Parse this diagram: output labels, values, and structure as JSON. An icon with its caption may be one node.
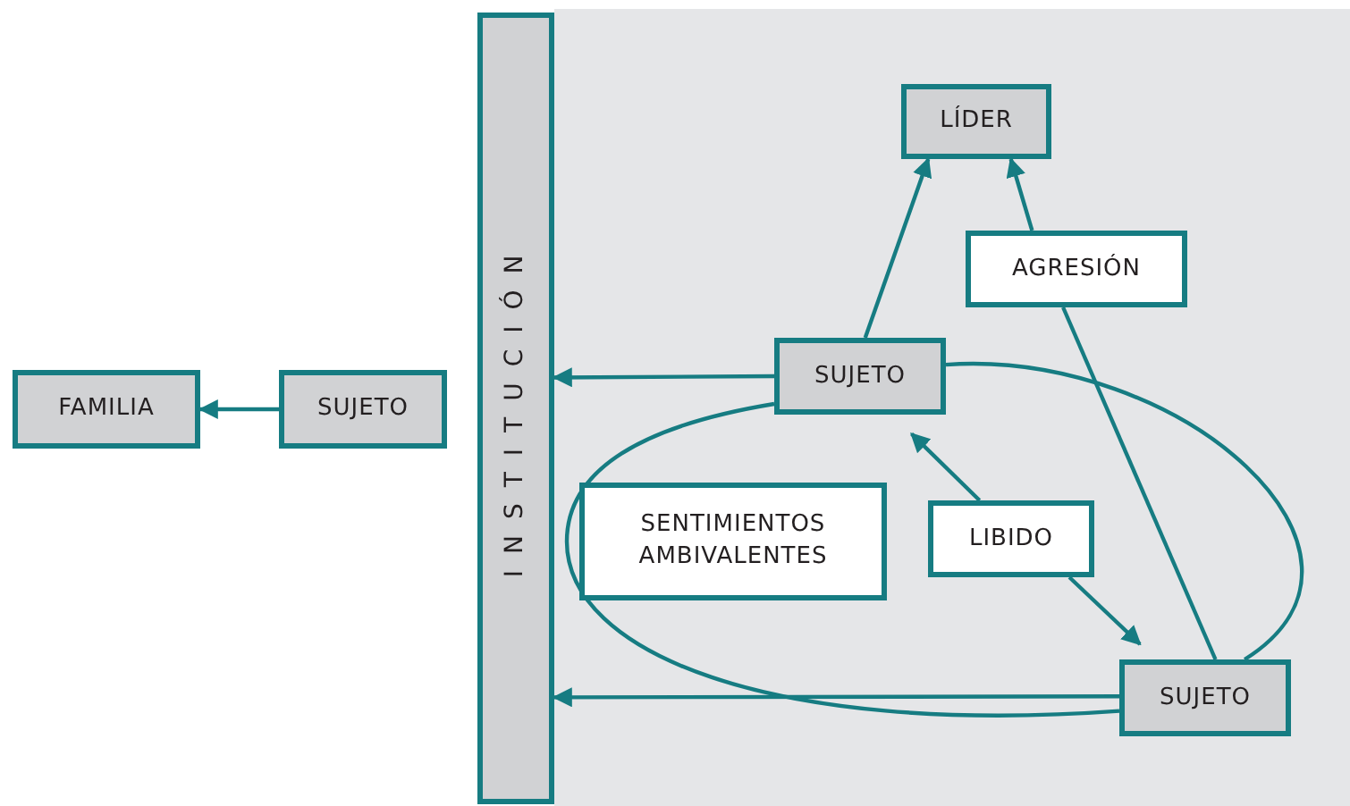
{
  "diagram": {
    "nodes": [
      {
        "text": [
          "FAMILIA"
        ]
      },
      {
        "text": [
          "SUJETO"
        ]
      },
      {
        "text": [
          "INSTITUCIÓN"
        ]
      },
      {
        "text": [
          "LÍDER"
        ]
      },
      {
        "text": [
          "AGRESIÓN"
        ]
      },
      {
        "text": [
          "SUJETO"
        ]
      },
      {
        "text": [
          "SENTIMIENTOS AMBIVALENTES"
        ]
      },
      {
        "text": [
          "LIBIDO"
        ]
      },
      {
        "text": [
          "SUJETO"
        ]
      }
    ],
    "edges": [
      {
        "from": 1,
        "to": 0,
        "arrow": "to"
      },
      {
        "from": 5,
        "to": 2,
        "arrow": "to"
      },
      {
        "from": 8,
        "to": 2,
        "arrow": "to"
      },
      {
        "from": 5,
        "to": 3,
        "arrow": "to"
      },
      {
        "from": 8,
        "to": 4,
        "arrow": "none"
      },
      {
        "from": 4,
        "to": 3,
        "arrow": "to"
      },
      {
        "from": 7,
        "to": 5,
        "arrow": "to"
      },
      {
        "from": 7,
        "to": 8,
        "arrow": "to"
      },
      {
        "from": 5,
        "to": 8,
        "arrow": "none"
      },
      {
        "from": 5,
        "to": 8,
        "arrow": "none"
      }
    ]
  }
}
